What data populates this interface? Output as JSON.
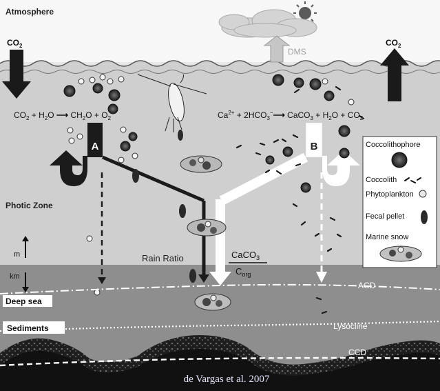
{
  "labels": {
    "atmosphere": "Atmosphere",
    "co2_left": "CO",
    "co2_left_sub": "2",
    "co2_right": "CO",
    "co2_right_sub": "2",
    "dms": "DMS",
    "photic_zone": "Photic Zone",
    "m": "m",
    "km": "km",
    "deep_sea": "Deep sea",
    "sediments": "Sediments",
    "rain_ratio": "Rain Ratio",
    "caco3": "CaCO",
    "caco3_sub": "3",
    "corg": "C",
    "corg_sub": "org",
    "acd": "ACD",
    "lysocline": "Lysocline",
    "ccd": "CCD",
    "citation": "de Vargas et al. 2007",
    "a": "A",
    "b": "B"
  },
  "eq_left": {
    "p1": "CO",
    "s1": "2",
    "p2": " + H",
    "s2": "2",
    "p3": "O ",
    "arrow": "⟶",
    "p4": " CH",
    "s3": "2",
    "p5": "O + O",
    "s4": "2"
  },
  "eq_right": {
    "p1": "Ca",
    "sup1": "2+",
    "p2": " + 2HCO",
    "s1": "3",
    "sup2": "−",
    "arrow": "⟶",
    "p3": " CaCO",
    "s2": "3",
    "p4": " + H",
    "s3": "2",
    "p5": "O + CO",
    "s4": "2"
  },
  "legend": {
    "coccolithophore": "Coccolithophore",
    "coccolith": "Coccolith",
    "phytoplankton": "Phytoplankton",
    "fecal_pellet": "Fecal pellet",
    "marine_snow": "Marine snow"
  }
}
